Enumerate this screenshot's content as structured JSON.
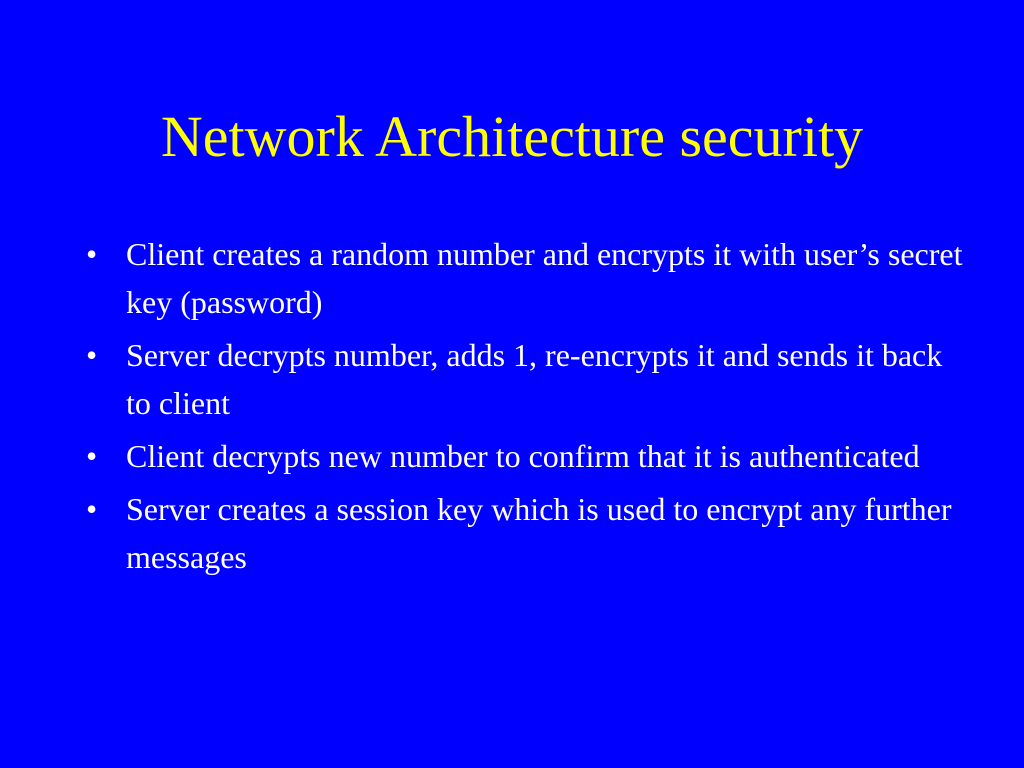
{
  "slide": {
    "title": "Network Architecture security",
    "bullet_symbol": "•",
    "bullets": [
      "Client creates a random number and encrypts it with user’s secret key (password)",
      "Server decrypts number, adds 1, re-encrypts it and sends it back to client",
      "Client decrypts new number to confirm that it is authenticated",
      "Server creates a session key which is used to encrypt any further messages"
    ],
    "colors": {
      "background": "#0000ff",
      "title": "#ffff00",
      "body_text": "#ffffff"
    }
  }
}
